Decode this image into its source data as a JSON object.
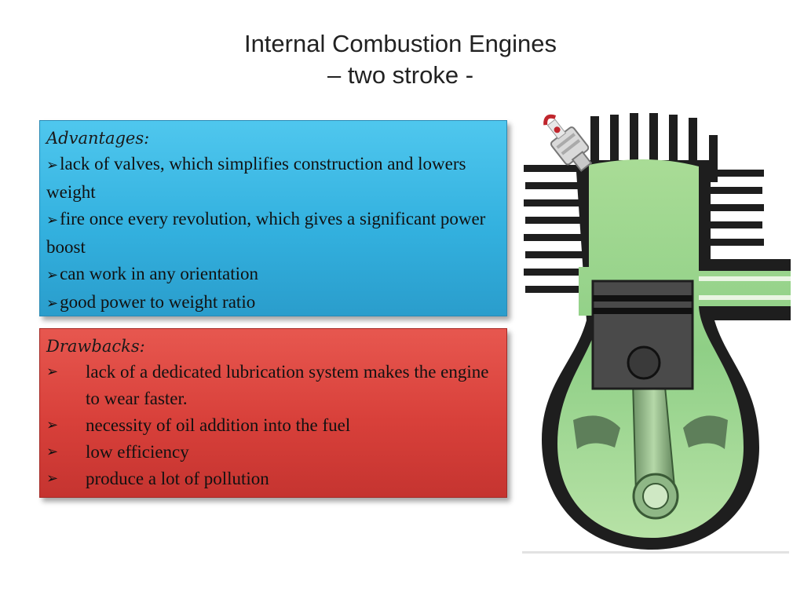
{
  "slide": {
    "title_line1": "Internal Combustion Engines",
    "title_line2": "– two stroke -"
  },
  "advantages": {
    "heading": "Advantages:",
    "bullet_icon": "arrow-bullet-icon",
    "items": [
      "lack of valves, which simplifies construction and lowers weight",
      "fire once every revolution, which gives a significant power boost",
      "can work in any orientation",
      "good power to weight ratio"
    ]
  },
  "drawbacks": {
    "heading": "Drawbacks:",
    "bullet_icon": "arrow-bullet-icon",
    "items": [
      "lack of a dedicated lubrication system makes the engine to wear faster.",
      "necessity of oil addition into the fuel",
      "low efficiency",
      "produce a lot of pollution"
    ]
  },
  "colors": {
    "advantages_box": "#33b1df",
    "drawbacks_box": "#d8403a",
    "engine_body": "#1e1e1e",
    "engine_fluid": "#9cd48a"
  },
  "illustration": "two-stroke-engine-diagram"
}
